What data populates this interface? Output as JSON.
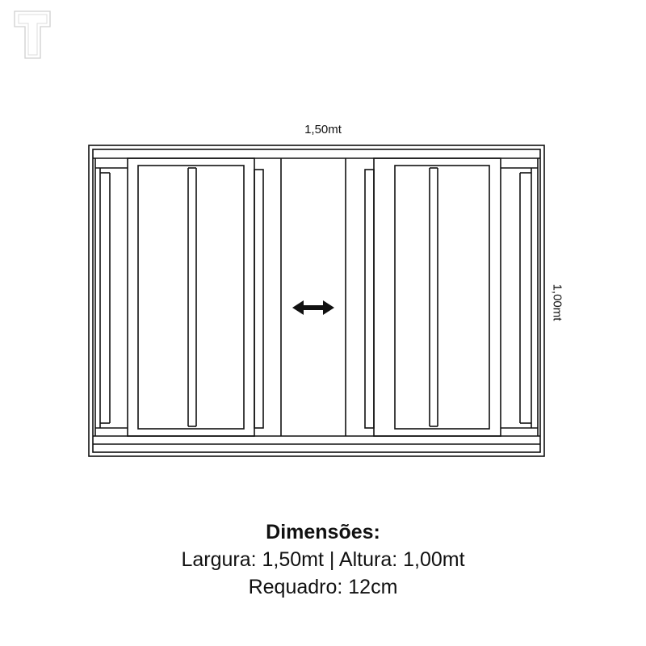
{
  "logo": {
    "icon": "t-logo-icon",
    "color": "#d8d8d8"
  },
  "dimensions": {
    "width": "1,50mt",
    "height": "1,00mt"
  },
  "caption": {
    "title": "Dimensões:",
    "line1": "Largura: 1,50mt | Altura: 1,00mt",
    "line2": "Requadro: 12cm"
  },
  "arrow_icon": "double-arrow-icon",
  "colors": {
    "line": "#111111"
  }
}
